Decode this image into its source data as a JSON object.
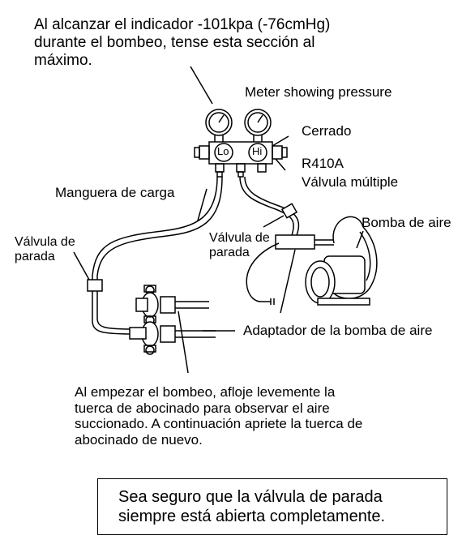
{
  "annotations": {
    "top_note_lines": [
      "Al alcanzar el indicador -101kpa (-76cmHg)",
      "durante el bombeo, tense esta sección al",
      "máximo."
    ],
    "meter": "Meter showing pressure",
    "closed": "Cerrado",
    "refrigerant": "R410A",
    "manifold": "Válvula múltiple",
    "hose": "Manguera de carga",
    "pump": "Bomba de aire",
    "stop_valve_left_lines": [
      "Válvula de",
      "parada"
    ],
    "stop_valve_mid_lines": [
      "Válvula de",
      "parada"
    ],
    "adapter": "Adaptador de la bomba de aire",
    "gauge_lo": "Lo",
    "gauge_hi": "Hi",
    "bottom_note_lines": [
      "Al empezar el bombeo, afloje levemente la",
      "tuerca de abocinado para observar el aire",
      "succionado. A continuación apriete la tuerca de",
      "abocinado de nuevo."
    ]
  },
  "notice": {
    "lines": [
      "Sea seguro que la válvula de parada",
      "siempre está abierta completamente."
    ]
  }
}
